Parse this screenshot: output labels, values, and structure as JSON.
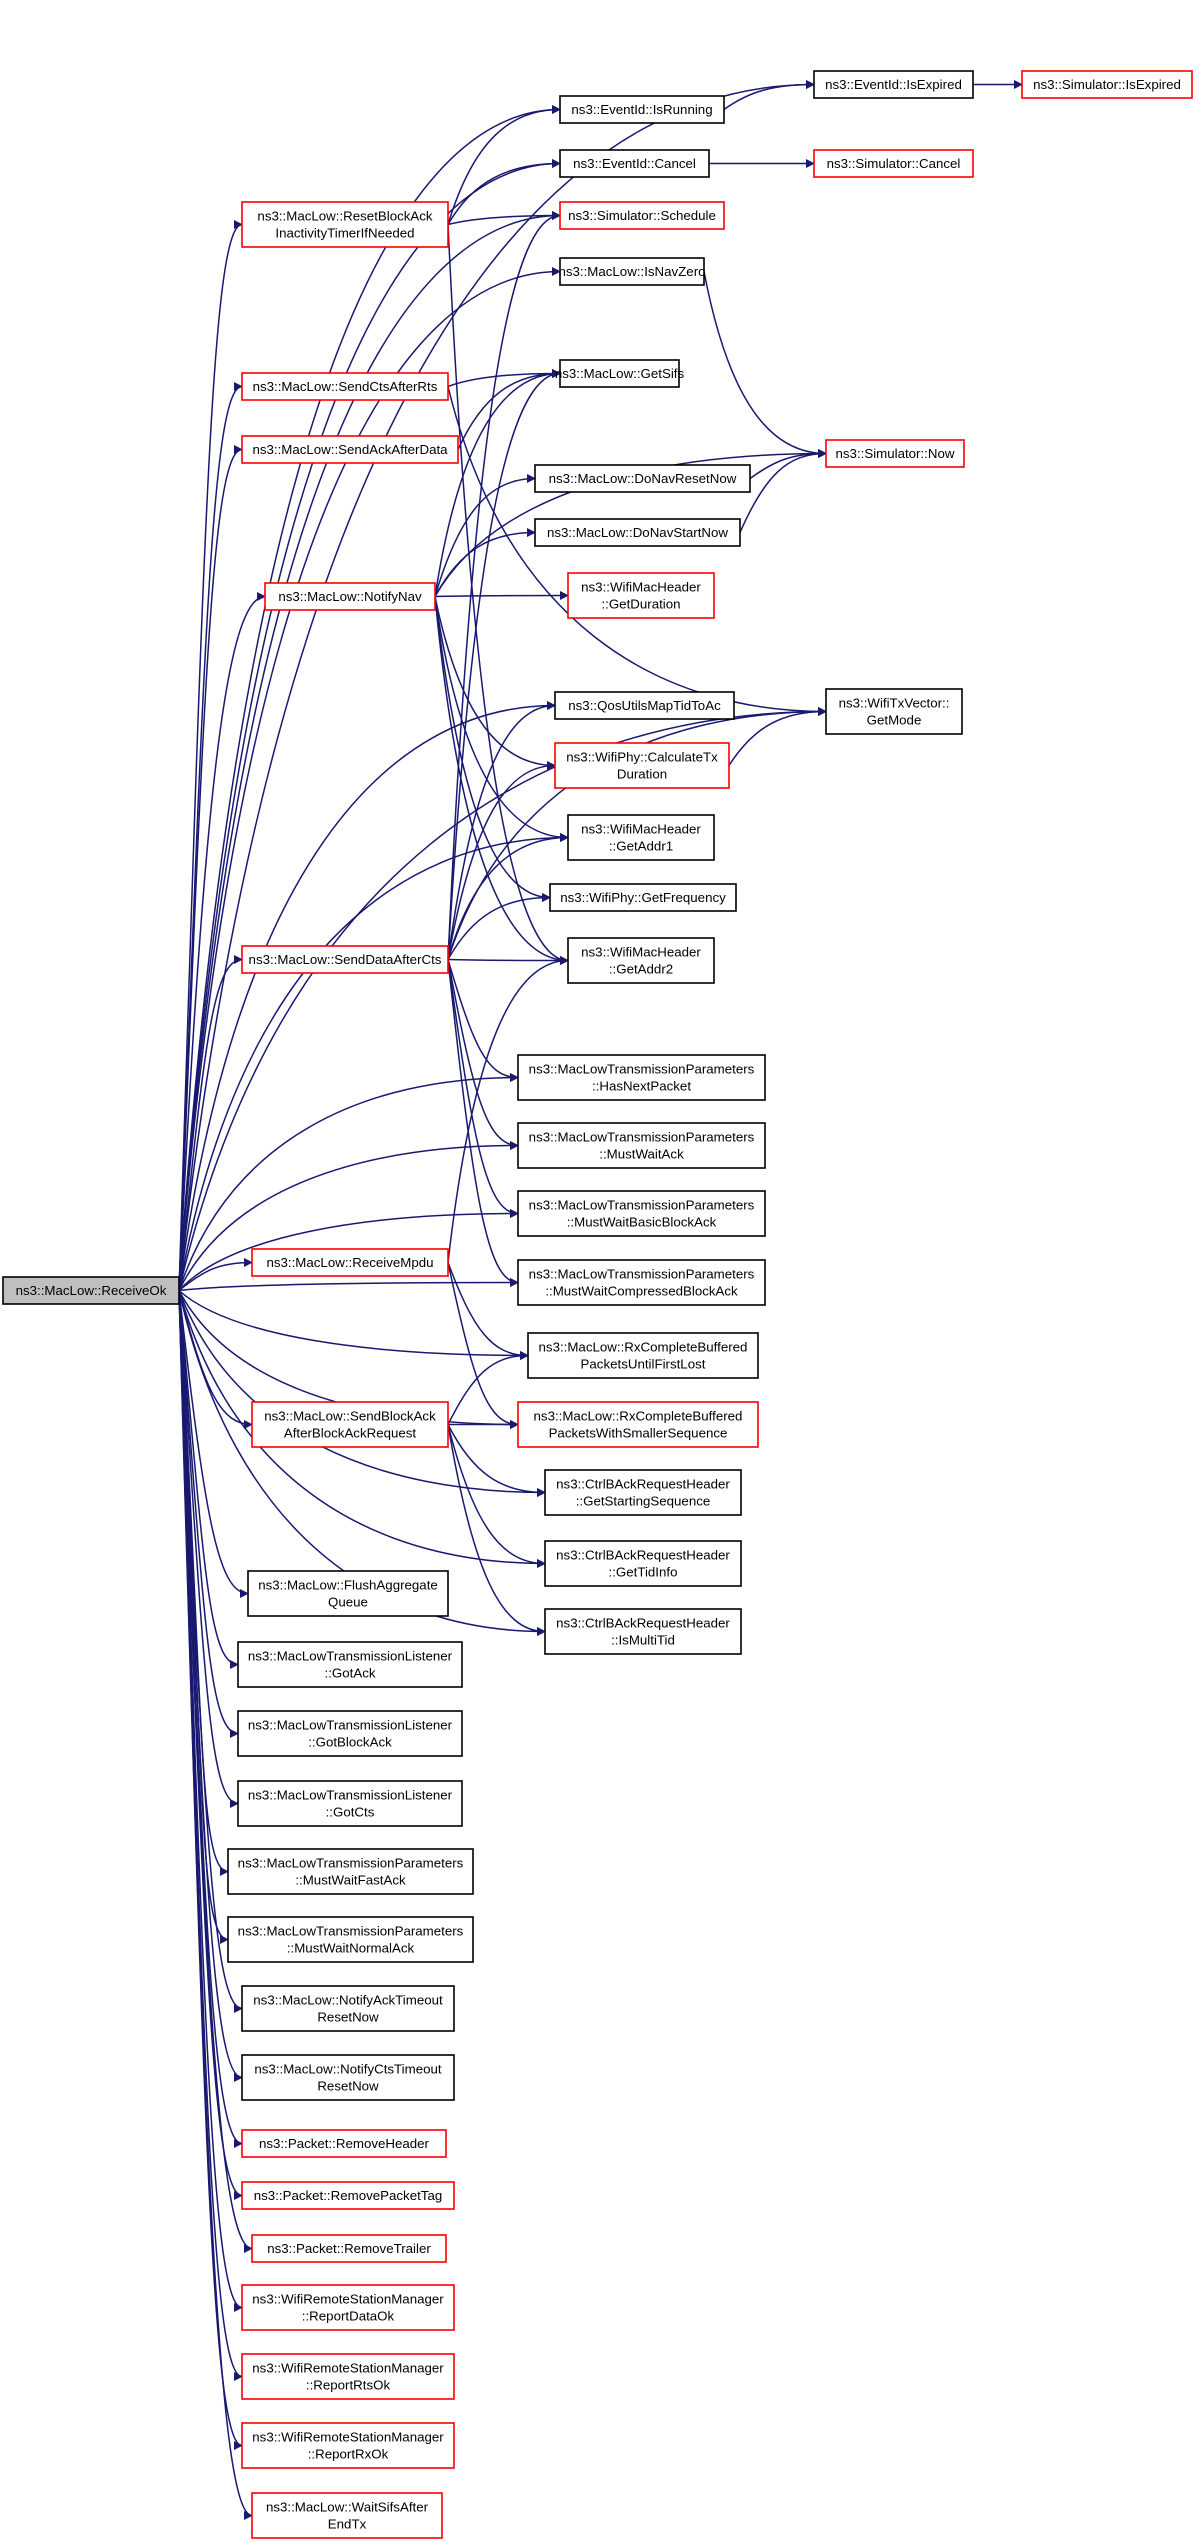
{
  "colors": {
    "edge": "#191970",
    "node_border": "#000000",
    "node_border_incomplete": "#ff0000",
    "root_fill": "#bfbfbf",
    "node_fill": "#ffffff"
  },
  "nodes": [
    {
      "id": "receiveok",
      "lines": [
        "ns3::MacLow::ReceiveOk"
      ],
      "style": "root"
    },
    {
      "id": "isexpired_ev",
      "lines": [
        "ns3::EventId::IsExpired"
      ],
      "style": "normal"
    },
    {
      "id": "sim_isexpired",
      "lines": [
        "ns3::Simulator::IsExpired"
      ],
      "style": "red"
    },
    {
      "id": "isrunning",
      "lines": [
        "ns3::EventId::IsRunning"
      ],
      "style": "normal"
    },
    {
      "id": "ev_cancel",
      "lines": [
        "ns3::EventId::Cancel"
      ],
      "style": "normal"
    },
    {
      "id": "sim_cancel",
      "lines": [
        "ns3::Simulator::Cancel"
      ],
      "style": "red"
    },
    {
      "id": "resetblockack",
      "lines": [
        "ns3::MacLow::ResetBlockAck",
        "InactivityTimerIfNeeded"
      ],
      "style": "red"
    },
    {
      "id": "schedule",
      "lines": [
        "ns3::Simulator::Schedule"
      ],
      "style": "red"
    },
    {
      "id": "isnavzero",
      "lines": [
        "ns3::MacLow::IsNavZero"
      ],
      "style": "normal"
    },
    {
      "id": "sendctsafterrts",
      "lines": [
        "ns3::MacLow::SendCtsAfterRts"
      ],
      "style": "red"
    },
    {
      "id": "getsifs",
      "lines": [
        "ns3::MacLow::GetSifs"
      ],
      "style": "normal"
    },
    {
      "id": "sendackafterdata",
      "lines": [
        "ns3::MacLow::SendAckAfterData"
      ],
      "style": "red"
    },
    {
      "id": "now",
      "lines": [
        "ns3::Simulator::Now"
      ],
      "style": "red"
    },
    {
      "id": "donavresetnow",
      "lines": [
        "ns3::MacLow::DoNavResetNow"
      ],
      "style": "normal"
    },
    {
      "id": "donavstartnow",
      "lines": [
        "ns3::MacLow::DoNavStartNow"
      ],
      "style": "normal"
    },
    {
      "id": "notifynav",
      "lines": [
        "ns3::MacLow::NotifyNav"
      ],
      "style": "red"
    },
    {
      "id": "getduration",
      "lines": [
        "ns3::WifiMacHeader",
        "::GetDuration"
      ],
      "style": "red"
    },
    {
      "id": "getmode",
      "lines": [
        "ns3::WifiTxVector::",
        "GetMode"
      ],
      "style": "normal"
    },
    {
      "id": "qosutils",
      "lines": [
        "ns3::QosUtilsMapTidToAc"
      ],
      "style": "normal"
    },
    {
      "id": "calctx",
      "lines": [
        "ns3::WifiPhy::CalculateTx",
        "Duration"
      ],
      "style": "red"
    },
    {
      "id": "getaddr1",
      "lines": [
        "ns3::WifiMacHeader",
        "::GetAddr1"
      ],
      "style": "normal"
    },
    {
      "id": "getfreq",
      "lines": [
        "ns3::WifiPhy::GetFrequency"
      ],
      "style": "normal"
    },
    {
      "id": "senddataaftercts",
      "lines": [
        "ns3::MacLow::SendDataAfterCts"
      ],
      "style": "red"
    },
    {
      "id": "getaddr2",
      "lines": [
        "ns3::WifiMacHeader",
        "::GetAddr2"
      ],
      "style": "normal"
    },
    {
      "id": "hasnextpacket",
      "lines": [
        "ns3::MacLowTransmissionParameters",
        "::HasNextPacket"
      ],
      "style": "normal"
    },
    {
      "id": "mustwaitack",
      "lines": [
        "ns3::MacLowTransmissionParameters",
        "::MustWaitAck"
      ],
      "style": "normal"
    },
    {
      "id": "mustwaitbasic",
      "lines": [
        "ns3::MacLowTransmissionParameters",
        "::MustWaitBasicBlockAck"
      ],
      "style": "normal"
    },
    {
      "id": "receivempdu",
      "lines": [
        "ns3::MacLow::ReceiveMpdu"
      ],
      "style": "red"
    },
    {
      "id": "mustwaitcompressed",
      "lines": [
        "ns3::MacLowTransmissionParameters",
        "::MustWaitCompressedBlockAck"
      ],
      "style": "normal"
    },
    {
      "id": "rxfirstlost",
      "lines": [
        "ns3::MacLow::RxCompleteBuffered",
        "PacketsUntilFirstLost"
      ],
      "style": "normal"
    },
    {
      "id": "sendblockack",
      "lines": [
        "ns3::MacLow::SendBlockAck",
        "AfterBlockAckRequest"
      ],
      "style": "red"
    },
    {
      "id": "rxsmaller",
      "lines": [
        "ns3::MacLow::RxCompleteBuffered",
        "PacketsWithSmallerSequence"
      ],
      "style": "red"
    },
    {
      "id": "getstartseq",
      "lines": [
        "ns3::CtrlBAckRequestHeader",
        "::GetStartingSequence"
      ],
      "style": "normal"
    },
    {
      "id": "gettidinfo",
      "lines": [
        "ns3::CtrlBAckRequestHeader",
        "::GetTidInfo"
      ],
      "style": "normal"
    },
    {
      "id": "flushagg",
      "lines": [
        "ns3::MacLow::FlushAggregate",
        "Queue"
      ],
      "style": "normal"
    },
    {
      "id": "ismultitid",
      "lines": [
        "ns3::CtrlBAckRequestHeader",
        "::IsMultiTid"
      ],
      "style": "normal"
    },
    {
      "id": "gotack",
      "lines": [
        "ns3::MacLowTransmissionListener",
        "::GotAck"
      ],
      "style": "normal"
    },
    {
      "id": "gotblockack",
      "lines": [
        "ns3::MacLowTransmissionListener",
        "::GotBlockAck"
      ],
      "style": "normal"
    },
    {
      "id": "gotcts",
      "lines": [
        "ns3::MacLowTransmissionListener",
        "::GotCts"
      ],
      "style": "normal"
    },
    {
      "id": "mustwaitfast",
      "lines": [
        "ns3::MacLowTransmissionParameters",
        "::MustWaitFastAck"
      ],
      "style": "normal"
    },
    {
      "id": "mustwaitnormal",
      "lines": [
        "ns3::MacLowTransmissionParameters",
        "::MustWaitNormalAck"
      ],
      "style": "normal"
    },
    {
      "id": "notifyacktimeout",
      "lines": [
        "ns3::MacLow::NotifyAckTimeout",
        "ResetNow"
      ],
      "style": "normal"
    },
    {
      "id": "notifyctstimeout",
      "lines": [
        "ns3::MacLow::NotifyCtsTimeout",
        "ResetNow"
      ],
      "style": "normal"
    },
    {
      "id": "removeheader",
      "lines": [
        "ns3::Packet::RemoveHeader"
      ],
      "style": "red"
    },
    {
      "id": "removepackettag",
      "lines": [
        "ns3::Packet::RemovePacketTag"
      ],
      "style": "red"
    },
    {
      "id": "removetrailer",
      "lines": [
        "ns3::Packet::RemoveTrailer"
      ],
      "style": "red"
    },
    {
      "id": "reportdataok",
      "lines": [
        "ns3::WifiRemoteStationManager",
        "::ReportDataOk"
      ],
      "style": "red"
    },
    {
      "id": "reportrtsok",
      "lines": [
        "ns3::WifiRemoteStationManager",
        "::ReportRtsOk"
      ],
      "style": "red"
    },
    {
      "id": "reportrxok",
      "lines": [
        "ns3::WifiRemoteStationManager",
        "::ReportRxOk"
      ],
      "style": "red"
    },
    {
      "id": "waitsifs",
      "lines": [
        "ns3::MacLow::WaitSifsAfter",
        "EndTx"
      ],
      "style": "red"
    }
  ],
  "edges": [
    [
      "receiveok",
      "isexpired_ev"
    ],
    [
      "receiveok",
      "isrunning"
    ],
    [
      "receiveok",
      "ev_cancel"
    ],
    [
      "receiveok",
      "resetblockack"
    ],
    [
      "receiveok",
      "schedule"
    ],
    [
      "receiveok",
      "isnavzero"
    ],
    [
      "receiveok",
      "sendctsafterrts"
    ],
    [
      "receiveok",
      "sendackafterdata"
    ],
    [
      "receiveok",
      "notifynav"
    ],
    [
      "receiveok",
      "getmode"
    ],
    [
      "receiveok",
      "qosutils"
    ],
    [
      "receiveok",
      "getaddr1"
    ],
    [
      "receiveok",
      "senddataaftercts"
    ],
    [
      "receiveok",
      "hasnextpacket"
    ],
    [
      "receiveok",
      "mustwaitack"
    ],
    [
      "receiveok",
      "mustwaitbasic"
    ],
    [
      "receiveok",
      "receivempdu"
    ],
    [
      "receiveok",
      "mustwaitcompressed"
    ],
    [
      "receiveok",
      "rxfirstlost"
    ],
    [
      "receiveok",
      "sendblockack"
    ],
    [
      "receiveok",
      "rxsmaller"
    ],
    [
      "receiveok",
      "getstartseq"
    ],
    [
      "receiveok",
      "gettidinfo"
    ],
    [
      "receiveok",
      "flushagg"
    ],
    [
      "receiveok",
      "ismultitid"
    ],
    [
      "receiveok",
      "gotack"
    ],
    [
      "receiveok",
      "gotblockack"
    ],
    [
      "receiveok",
      "gotcts"
    ],
    [
      "receiveok",
      "mustwaitfast"
    ],
    [
      "receiveok",
      "mustwaitnormal"
    ],
    [
      "receiveok",
      "notifyacktimeout"
    ],
    [
      "receiveok",
      "notifyctstimeout"
    ],
    [
      "receiveok",
      "removeheader"
    ],
    [
      "receiveok",
      "removepackettag"
    ],
    [
      "receiveok",
      "removetrailer"
    ],
    [
      "receiveok",
      "reportdataok"
    ],
    [
      "receiveok",
      "reportrtsok"
    ],
    [
      "receiveok",
      "reportrxok"
    ],
    [
      "receiveok",
      "waitsifs"
    ],
    [
      "isexpired_ev",
      "sim_isexpired"
    ],
    [
      "isrunning",
      "isexpired_ev"
    ],
    [
      "ev_cancel",
      "sim_cancel"
    ],
    [
      "resetblockack",
      "isrunning"
    ],
    [
      "resetblockack",
      "ev_cancel"
    ],
    [
      "resetblockack",
      "schedule"
    ],
    [
      "resetblockack",
      "getaddr2"
    ],
    [
      "isnavzero",
      "now"
    ],
    [
      "sendctsafterrts",
      "getsifs"
    ],
    [
      "sendctsafterrts",
      "getmode"
    ],
    [
      "sendackafterdata",
      "getsifs"
    ],
    [
      "donavresetnow",
      "now"
    ],
    [
      "donavstartnow",
      "now"
    ],
    [
      "notifynav",
      "getsifs"
    ],
    [
      "notifynav",
      "now"
    ],
    [
      "notifynav",
      "donavresetnow"
    ],
    [
      "notifynav",
      "donavstartnow"
    ],
    [
      "notifynav",
      "getduration"
    ],
    [
      "notifynav",
      "calctx"
    ],
    [
      "notifynav",
      "getaddr1"
    ],
    [
      "notifynav",
      "getfreq"
    ],
    [
      "notifynav",
      "getaddr2"
    ],
    [
      "calctx",
      "getmode"
    ],
    [
      "senddataaftercts",
      "schedule"
    ],
    [
      "senddataaftercts",
      "getsifs"
    ],
    [
      "senddataaftercts",
      "qosutils"
    ],
    [
      "senddataaftercts",
      "calctx"
    ],
    [
      "senddataaftercts",
      "getaddr1"
    ],
    [
      "senddataaftercts",
      "getfreq"
    ],
    [
      "senddataaftercts",
      "getaddr2"
    ],
    [
      "senddataaftercts",
      "getmode"
    ],
    [
      "senddataaftercts",
      "hasnextpacket"
    ],
    [
      "senddataaftercts",
      "mustwaitack"
    ],
    [
      "senddataaftercts",
      "mustwaitbasic"
    ],
    [
      "senddataaftercts",
      "mustwaitcompressed"
    ],
    [
      "receivempdu",
      "getaddr2"
    ],
    [
      "receivempdu",
      "rxfirstlost"
    ],
    [
      "receivempdu",
      "rxsmaller"
    ],
    [
      "sendblockack",
      "rxfirstlost"
    ],
    [
      "sendblockack",
      "rxsmaller"
    ],
    [
      "sendblockack",
      "getstartseq"
    ],
    [
      "sendblockack",
      "gettidinfo"
    ],
    [
      "sendblockack",
      "ismultitid"
    ]
  ]
}
